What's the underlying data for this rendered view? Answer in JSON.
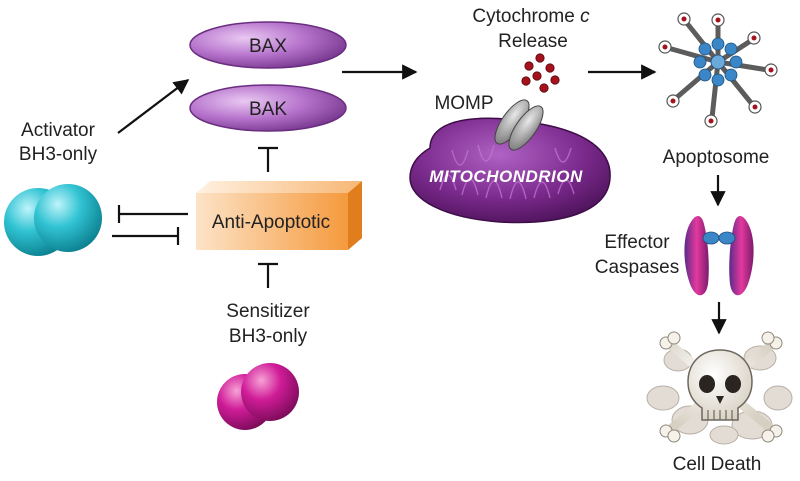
{
  "nodes": {
    "bax": "BAX",
    "bak": "BAK",
    "activator": [
      "Activator",
      "BH3-only"
    ],
    "anti_apoptotic": "Anti-Apoptotic",
    "sensitizer": [
      "Sensitizer",
      "BH3-only"
    ],
    "momp": "MOMP",
    "mitochondrion": "MITOCHONDRION",
    "cytochrome": [
      "Cytochrome c",
      "Release"
    ],
    "apoptosome": "Apoptosome",
    "effector": [
      "Effector",
      "Caspases"
    ],
    "cell_death": "Cell Death"
  },
  "colors": {
    "bax_bak_purple": "#9b4fb0",
    "activator_cyan": "#1fb5c6",
    "sensitizer_magenta": "#c4148f",
    "anti_apoptotic_orange": "#f5a04a",
    "mitochondrion_purple": "#7a2a8c",
    "cytochrome_red": "#a4121c"
  }
}
